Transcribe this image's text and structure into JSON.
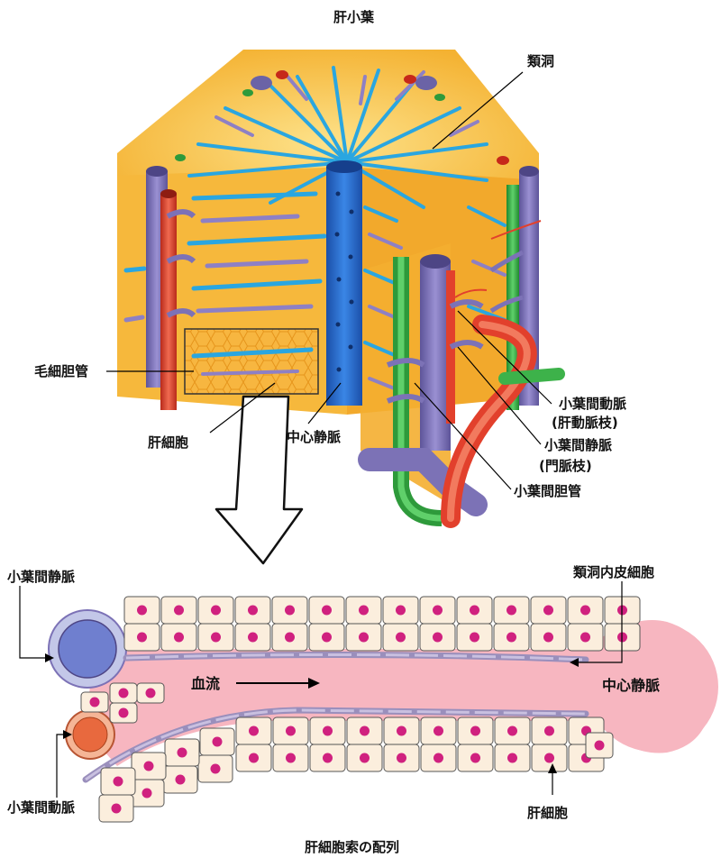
{
  "top_title": "肝小葉",
  "bottom_title": "肝細胞索の配列",
  "top_labels": {
    "sinusoid": "類洞",
    "bile_canaliculus": "毛細胆管",
    "hepatocyte": "肝細胞",
    "central_vein": "中心静脈",
    "interlobular_artery_line1": "小葉間動脈",
    "interlobular_artery_line2": "(肝動脈枝)",
    "interlobular_vein_line1": "小葉間静脈",
    "interlobular_vein_line2": "(門脈枝)",
    "interlobular_bile_duct": "小葉間胆管"
  },
  "bottom_labels": {
    "interlobular_vein": "小葉間静脈",
    "sinusoid_endothelium": "類洞内皮細胞",
    "blood_flow": "血流",
    "central_vein": "中心静脈",
    "interlobular_artery": "小葉間動脈",
    "hepatocyte": "肝細胞"
  },
  "colors": {
    "parenchyma": "#f6b93a",
    "parenchyma_light": "#fbd36a",
    "sinusoid_blue": "#2aa6e0",
    "canaliculus_purple": "#8e80c4",
    "central_vein_blue": "#2c6fd1",
    "portal_vein_purple": "#7c72b6",
    "artery_red": "#e2402c",
    "bile_duct_green": "#3db24a",
    "sinus_pink": "#f7b6c0",
    "hepatocyte_cream": "#fbeedd",
    "nucleus_magenta": "#d0217f"
  }
}
